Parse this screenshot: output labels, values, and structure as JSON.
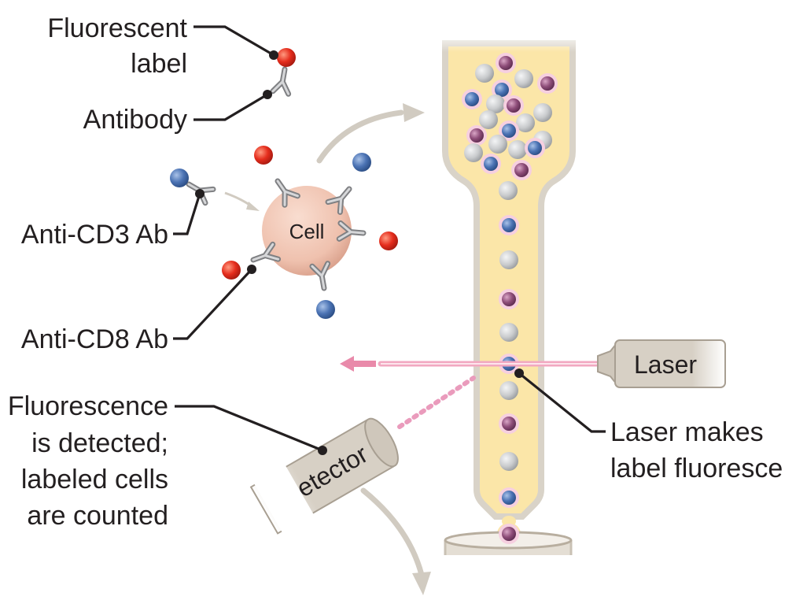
{
  "labels": {
    "fluorescent_label": [
      "Fluorescent",
      "label"
    ],
    "antibody": "Antibody",
    "anti_cd3": "Anti-CD3 Ab",
    "anti_cd8": "Anti-CD8 Ab",
    "cell": "Cell",
    "laser": "Laser",
    "detector": "Detector",
    "laser_makes": [
      "Laser makes",
      "label fluoresce"
    ],
    "fluorescence": [
      "Fluorescence",
      "is detected;",
      "labeled cells",
      "are counted"
    ]
  },
  "colors": {
    "fluid": "#fbe6a8",
    "tube_wall": "#d9d3c8",
    "cell_body": "#efc1ae",
    "cd3_blue": "#4b73b4",
    "cd8_red": "#e52d1d",
    "purple_particle": "#8e4d79",
    "grey_particle": "#c9cbcd",
    "laser_beam": "#f2a8c1",
    "device_body": "#d7d0c5",
    "arrow_grey": "#d1cbc1"
  }
}
